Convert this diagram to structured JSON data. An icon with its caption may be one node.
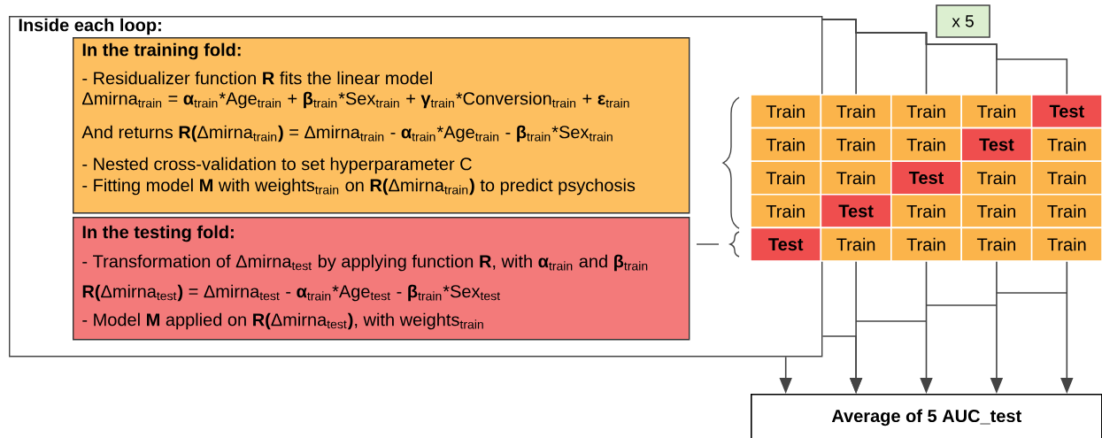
{
  "diagram": {
    "nodes": [
      {
        "text": [
          "Inside each loop:"
        ]
      },
      {
        "text": [
          "In the training fold:",
          "- Residualizer function **R** fits the linear model",
          "Δmirna$_{train}$ = **α**$_{train}$*Age$_{train}$ + **β**$_{train}$*Sex$_{train}$ + **γ**$_{train}$*Conversion$_{train}$ + **ε**$_{train}$",
          "And returns **R(**Δmirna$_{train}$**)** = Δmirna$_{train}$ - **α**$_{train}$*Age$_{train}$ - **β**$_{train}$*Sex$_{train}$",
          "- Nested cross-validation to set hyperparameter C",
          "- Fitting model **M** with weights$_{train}$ on **R(**Δmirna$_{train}$**)** to predict psychosis"
        ],
        "in": 0
      },
      {
        "text": [
          "In the testing fold:",
          "- Transformation of Δmirna$_{test}$ by applying function **R**, with **α**$_{train}$ and **β**$_{train}$",
          "**R(**Δmirna$_{test}$**)** = Δmirna$_{test}$ - **α**$_{train}$*Age$_{test}$ - **β**$_{train}$*Sex$_{test}$",
          "- Model **M** applied on **R(**Δmirna$_{test}$**)**, with weights$_{train}$"
        ],
        "in": 0
      },
      {
        "text": [
          "x 5"
        ]
      },
      {
        "text": [
          "Train"
        ],
        "in": 0
      },
      {
        "text": [
          "Train"
        ]
      },
      {
        "text": [
          "Train"
        ]
      },
      {
        "text": [
          "Train"
        ]
      },
      {
        "text": [
          "Test"
        ]
      },
      {
        "text": [
          "Train"
        ],
        "in": 0
      },
      {
        "text": [
          "Train"
        ]
      },
      {
        "text": [
          "Train"
        ]
      },
      {
        "text": [
          "Test"
        ]
      },
      {
        "text": [
          "Train"
        ]
      },
      {
        "text": [
          "Train"
        ],
        "in": 0
      },
      {
        "text": [
          "Train"
        ]
      },
      {
        "text": [
          "Test"
        ]
      },
      {
        "text": [
          "Train"
        ]
      },
      {
        "text": [
          "Train"
        ]
      },
      {
        "text": [
          "Train"
        ],
        "in": 0
      },
      {
        "text": [
          "Test"
        ]
      },
      {
        "text": [
          "Train"
        ]
      },
      {
        "text": [
          "Train"
        ]
      },
      {
        "text": [
          "Train"
        ]
      },
      {
        "text": [
          "Test"
        ],
        "in": 0
      },
      {
        "text": [
          "Train"
        ]
      },
      {
        "text": [
          "Train"
        ]
      },
      {
        "text": [
          "Train"
        ]
      },
      {
        "text": [
          "Train"
        ]
      },
      {
        "text": [
          "Average of 5 AUC_test"
        ]
      }
    ],
    "edges": [
      {
        "from": 0,
        "to": 5,
        "arrow": "none"
      },
      {
        "from": 0,
        "to": 6,
        "arrow": "none"
      },
      {
        "from": 0,
        "to": 7,
        "arrow": "none"
      },
      {
        "from": 0,
        "to": 8,
        "arrow": "none"
      },
      {
        "from": 0,
        "to": 29,
        "arrow": "to"
      },
      {
        "from": 25,
        "to": 29,
        "arrow": "to"
      },
      {
        "from": 26,
        "to": 29,
        "arrow": "to"
      },
      {
        "from": 27,
        "to": 29,
        "arrow": "to"
      },
      {
        "from": 28,
        "to": 29,
        "arrow": "to"
      },
      {
        "from": 0,
        "to": 29,
        "arrow": "to"
      }
    ]
  }
}
